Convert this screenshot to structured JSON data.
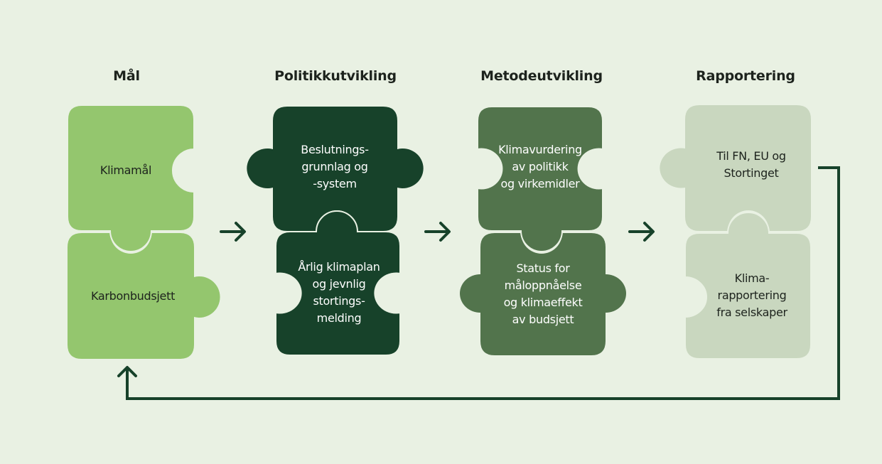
{
  "diagram": {
    "colors": {
      "background": "#e9f1e3",
      "arrow": "#17422a",
      "col_mal": "#94c66e",
      "col_politikk": "#17422a",
      "col_metode": "#52744c",
      "col_rapport": "#c9d7bf"
    },
    "columns": [
      {
        "title": "Mål",
        "pieces": [
          {
            "text": "Klimamål",
            "text_color": "#1d231d"
          },
          {
            "text": "Karbonbudsjett",
            "text_color": "#1d231d"
          }
        ]
      },
      {
        "title": "Politikkutvikling",
        "pieces": [
          {
            "text": "Beslutnings-\ngrunnlag og\n-system",
            "text_color": "#ffffff"
          },
          {
            "text": "Årlig klimaplan\nog jevnlig\nstortings-\nmelding",
            "text_color": "#ffffff"
          }
        ]
      },
      {
        "title": "Metodeutvikling",
        "pieces": [
          {
            "text": "Klimavurdering\nav politikk\nog virkemidler",
            "text_color": "#ffffff"
          },
          {
            "text": "Status for\nmåloppnåelse\nog klimaeffekt\nav budsjett",
            "text_color": "#ffffff"
          }
        ]
      },
      {
        "title": "Rapportering",
        "pieces": [
          {
            "text": "Til FN, EU og\nStortinget",
            "text_color": "#1d231d"
          },
          {
            "text": "Klima-\nrapportering\nfra selskaper",
            "text_color": "#1d231d"
          }
        ]
      }
    ],
    "arrows": [
      {
        "from": "Mål",
        "to": "Politikkutvikling",
        "icon": "arrow-right-icon"
      },
      {
        "from": "Politikkutvikling",
        "to": "Metodeutvikling",
        "icon": "arrow-right-icon"
      },
      {
        "from": "Metodeutvikling",
        "to": "Rapportering",
        "icon": "arrow-right-icon"
      },
      {
        "from": "Rapportering",
        "to": "Mål",
        "icon": "feedback-loop-arrow-icon"
      }
    ]
  }
}
